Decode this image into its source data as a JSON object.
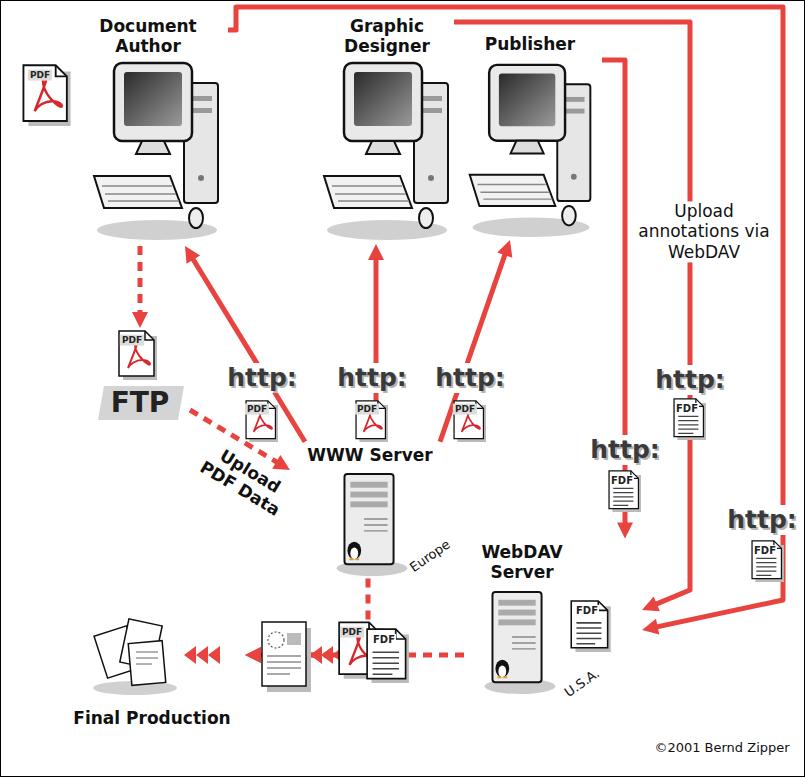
{
  "diagram": {
    "nodes": [
      {
        "text": [
          "Document Author"
        ]
      },
      {
        "text": [
          "Graphic Designer"
        ]
      },
      {
        "text": [
          "Publisher"
        ]
      },
      {
        "text": [
          "FTP"
        ]
      },
      {
        "text": [
          "WWW Server",
          "Europe"
        ]
      },
      {
        "text": [
          "WebDAV Server",
          "U.S.A."
        ]
      },
      {
        "text": [
          "Final Production"
        ]
      }
    ],
    "edges": [
      {
        "from": 4,
        "to": 0,
        "arrow": "to",
        "label": "http:"
      },
      {
        "from": 4,
        "to": 1,
        "arrow": "to",
        "label": "http:"
      },
      {
        "from": 4,
        "to": 2,
        "arrow": "to",
        "label": "http:"
      },
      {
        "from": 0,
        "to": 3,
        "arrow": "to"
      },
      {
        "from": 3,
        "to": 4,
        "arrow": "to",
        "label": "Upload PDF Data"
      },
      {
        "from": 0,
        "to": 5,
        "arrow": "to",
        "label": "http:"
      },
      {
        "from": 1,
        "to": 5,
        "arrow": "to",
        "label": "http:"
      },
      {
        "from": 2,
        "to": 5,
        "arrow": "to",
        "label": "http:"
      },
      {
        "from": 4,
        "to": 6,
        "arrow": "to"
      },
      {
        "from": 5,
        "to": 6,
        "arrow": "to"
      }
    ],
    "labels": [
      "PDF",
      "PDF",
      "PDF",
      "PDF",
      "PDF",
      "FDF",
      "FDF",
      "FDF",
      "Upload annotations via WebDAV",
      "PDF",
      "FDF",
      "FDF",
      "©2001 Bernd Zipper"
    ]
  }
}
